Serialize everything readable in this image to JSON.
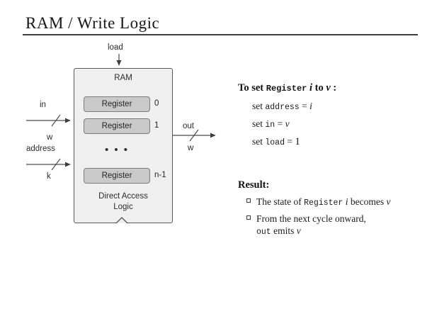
{
  "slide": {
    "title": "RAM / Write Logic"
  },
  "diagram": {
    "chip_label": "RAM",
    "sublabel_line1": "Direct Access",
    "sublabel_line2": "Logic",
    "ellipsis": "• • •",
    "registers": [
      {
        "label": "Register",
        "index": "0"
      },
      {
        "label": "Register",
        "index": "1"
      },
      {
        "label": "Register",
        "index": "n-1"
      }
    ],
    "signals": {
      "load": "load",
      "in": "in",
      "in_width": "w",
      "address": "address",
      "address_width": "k",
      "out": "out",
      "out_width": "w"
    }
  },
  "panel": {
    "heading": {
      "prefix": "To set",
      "mono": "Register",
      "var1": "i",
      "mid": "to",
      "var2": "v",
      "suffix": ":"
    },
    "steps": [
      {
        "verb": "set",
        "target": "address",
        "eq": "=",
        "value": "i"
      },
      {
        "verb": "set",
        "target": "in",
        "eq": "=",
        "value": "v"
      },
      {
        "verb": "set",
        "target": "load",
        "eq": "=",
        "value": "1"
      }
    ],
    "result_heading": "Result:",
    "bullets": [
      {
        "pre": "The state of",
        "mono": "Register",
        "var": "i",
        "post": "becomes",
        "var2": "v"
      },
      {
        "pre": "From the next cycle onward,",
        "mono": "out",
        "post": "emits",
        "var2": "v"
      }
    ]
  },
  "colors": {
    "chip_fill": "#efefef",
    "chip_stroke": "#58585c",
    "register_fill": "#c9c9c9",
    "register_stroke": "#7b7b80",
    "wire": "#4a4a4e",
    "rule": "#3c3c42",
    "text": "#1a1a1d"
  }
}
